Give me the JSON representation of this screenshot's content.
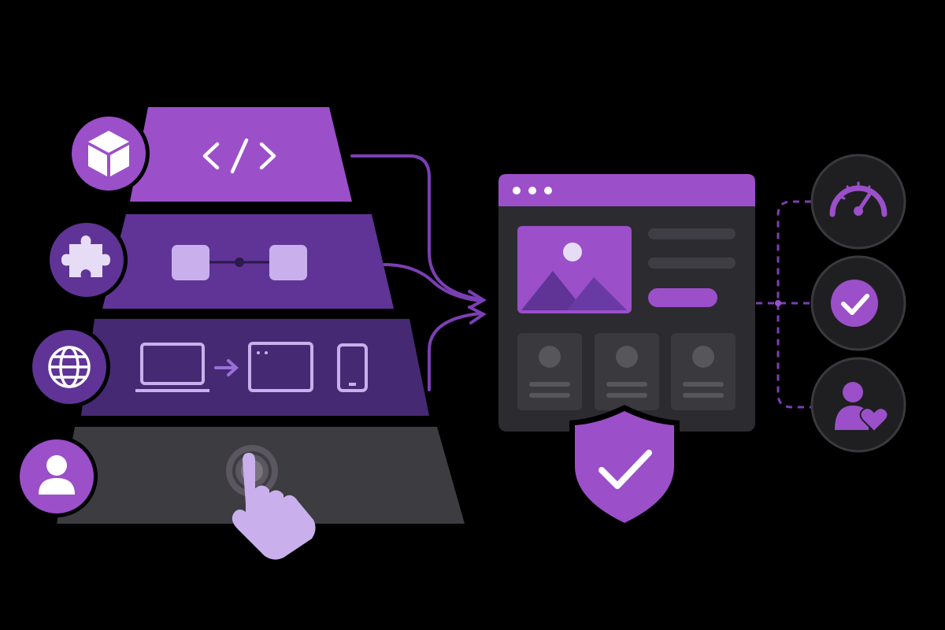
{
  "colors": {
    "background": "#000000",
    "accent": "#9b4fc9",
    "accent_light": "#c9b0ec",
    "layer_code": "#9b4fc9",
    "layer_components": "#5f3496",
    "layer_platforms": "#452a73",
    "layer_user": "#3d3c41",
    "panel": "#2c2b2f",
    "panel_inner": "#3a393d",
    "circle_dark": "#1f1f22",
    "connector": "#7b3fb4"
  },
  "layers": [
    {
      "name": "code",
      "icon": "cube-icon",
      "content_icon": "code-brackets-icon"
    },
    {
      "name": "components",
      "icon": "puzzle-icon",
      "content_icon": "connected-blocks-icon"
    },
    {
      "name": "platforms",
      "icon": "globe-icon",
      "content_icon": "laptop-to-tablet-to-phone-icons"
    },
    {
      "name": "user",
      "icon": "user-icon",
      "content_icon": "tap-hand-icon"
    }
  ],
  "browser": {
    "window_icon": "browser-window-icon",
    "image_icon": "mountain-image-icon",
    "badge_icon": "shield-check-icon",
    "card_count_icon": "avatar-placeholder-icon"
  },
  "outcomes": [
    {
      "icon": "speedometer-icon"
    },
    {
      "icon": "check-circle-icon"
    },
    {
      "icon": "user-heart-icon"
    }
  ]
}
